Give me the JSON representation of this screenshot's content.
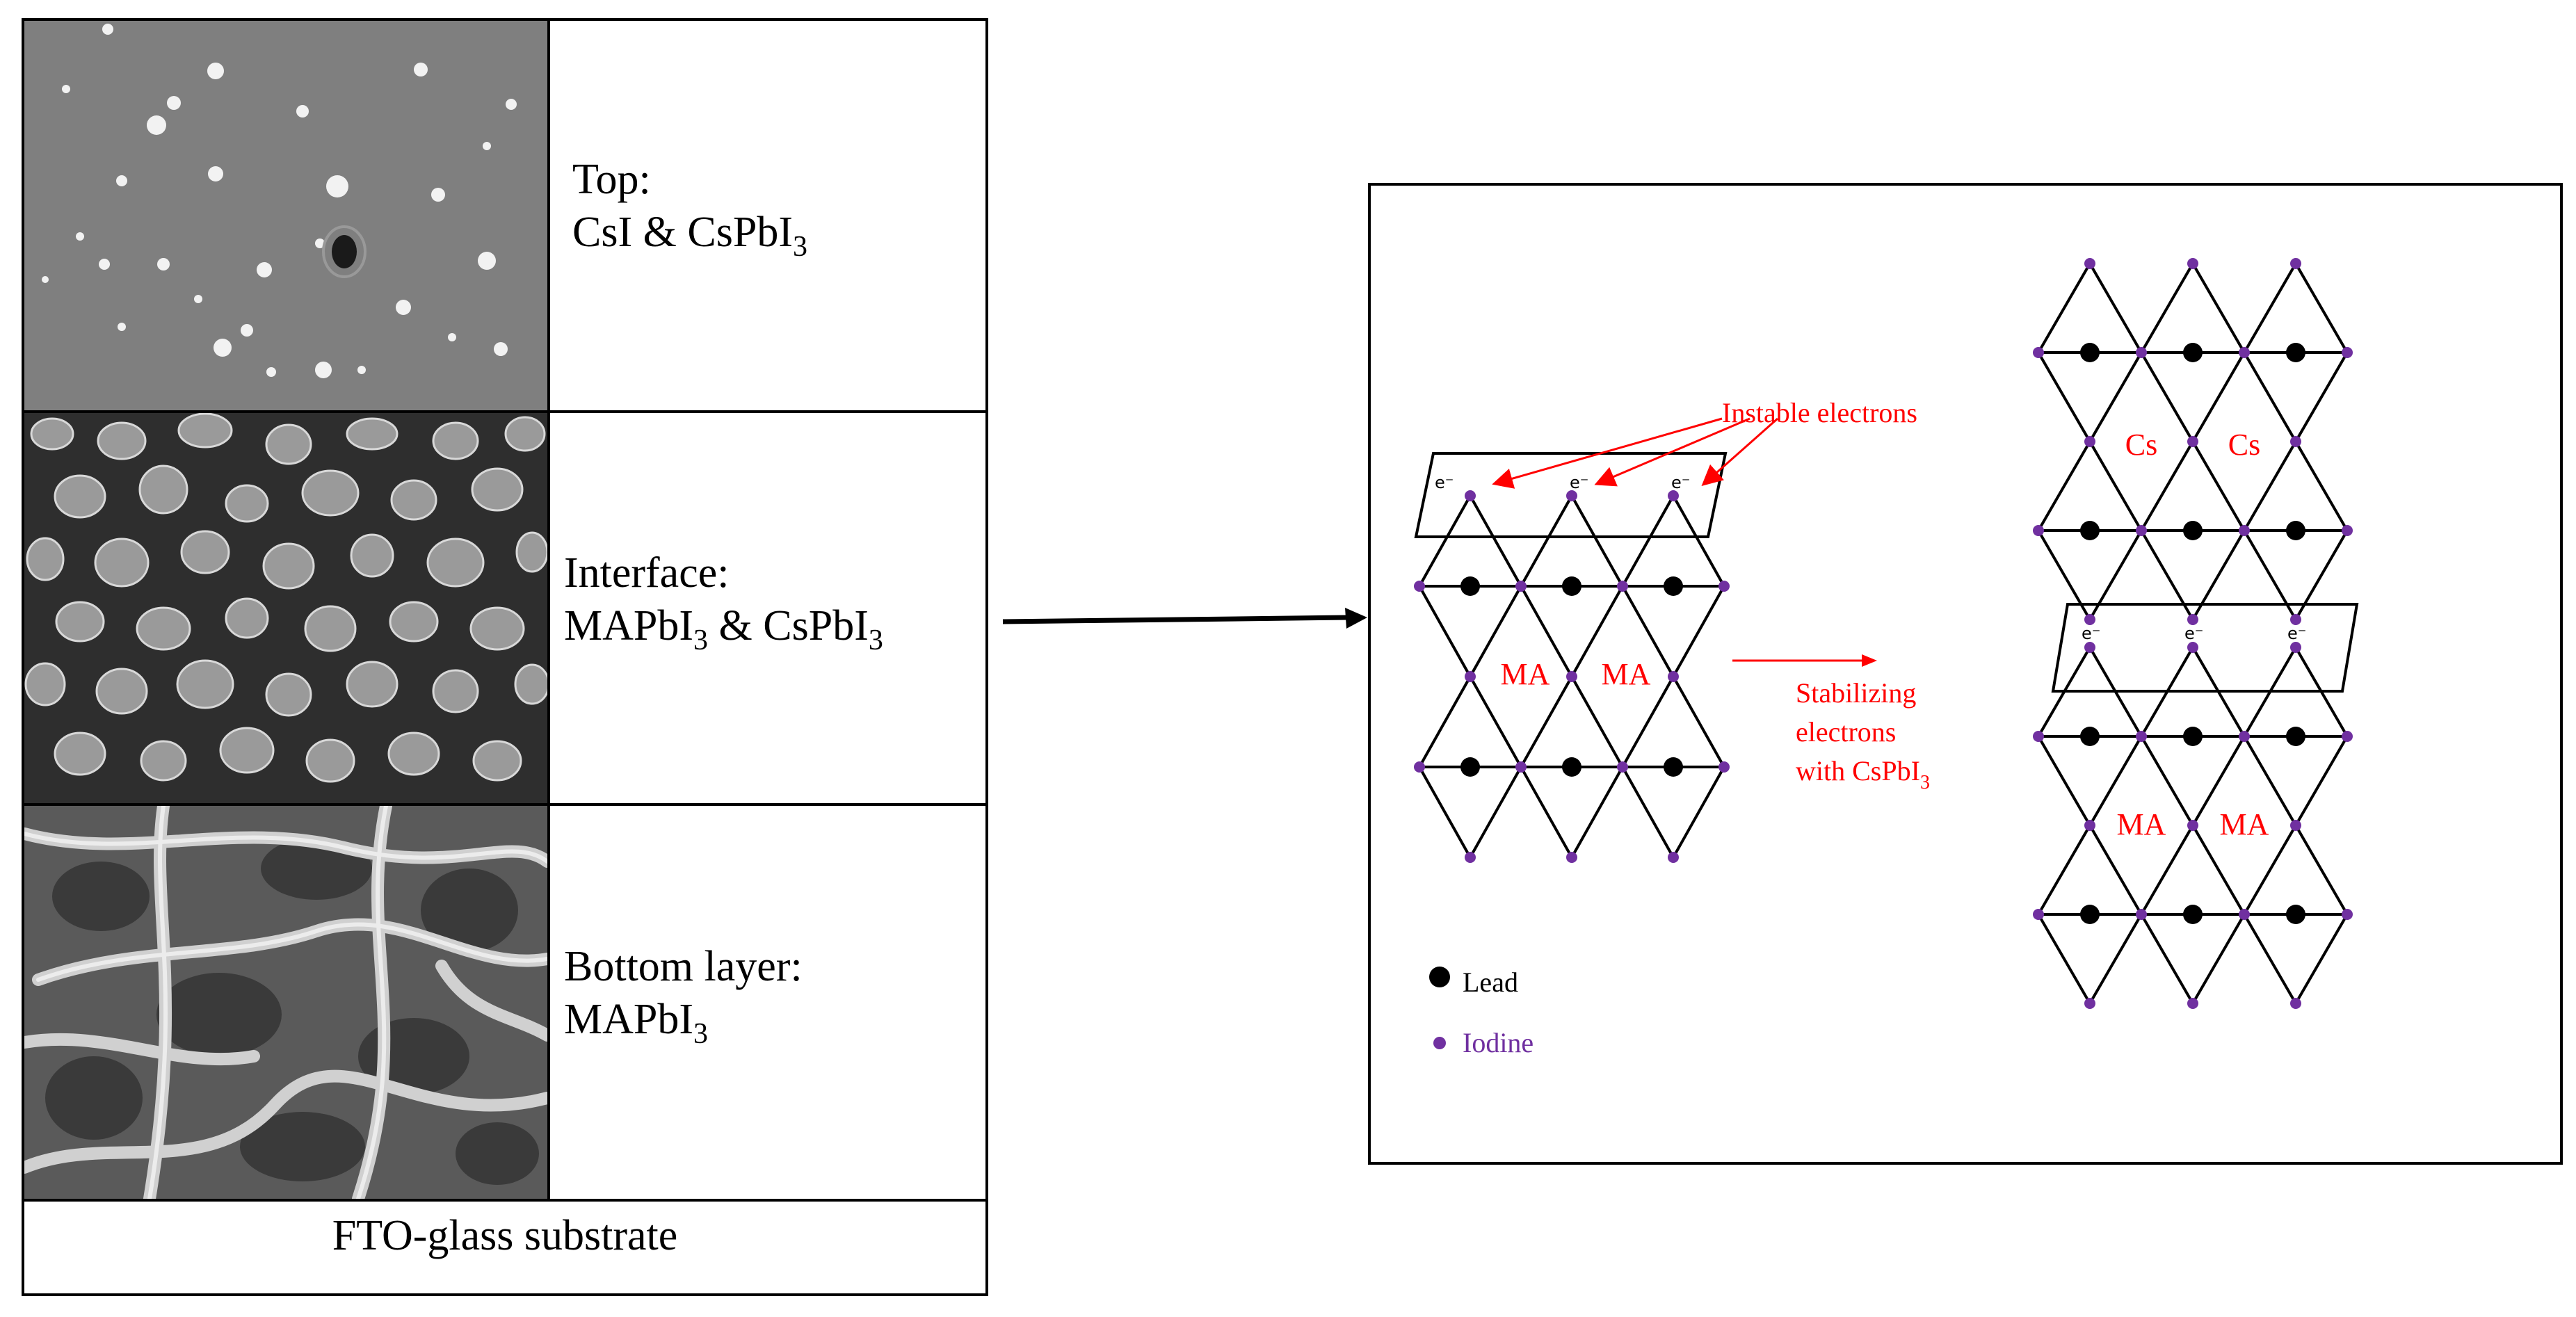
{
  "left_panel": {
    "top_label_line1": "Top:",
    "top_label_line2_main": "CsI & CsPbI",
    "top_label_line2_sub": "3",
    "interface_label_line1": "Interface:",
    "interface_label_line2_main": "MAPbI",
    "interface_label_line2_sub": "3",
    "interface_label_line2_rest": " & CsPbI",
    "interface_label_line2_sub2": "3",
    "bottom_label_line1": "Bottom layer:",
    "bottom_label_line2_main": "MAPbI",
    "bottom_label_line2_sub": "3",
    "substrate_label": "FTO-glass substrate"
  },
  "right_panel": {
    "instable_label": "Instable electrons",
    "stabilizing_line1": "Stabilizing",
    "stabilizing_line2": "electrons",
    "stabilizing_line3_main": "with CsPbI",
    "stabilizing_line3_sub": "3",
    "electron_symbol": "e⁻",
    "left_cation_1": "MA",
    "left_cation_2": "MA",
    "right_top_cation_1": "Cs",
    "right_top_cation_2": "Cs",
    "right_bottom_cation_1": "MA",
    "right_bottom_cation_2": "MA",
    "legend_lead": "Lead",
    "legend_iodine": "Iodine"
  },
  "colors": {
    "lead": "#000000",
    "iodine": "#7030a0",
    "annotation": "#ff0000",
    "sem_gray": "#808080"
  }
}
